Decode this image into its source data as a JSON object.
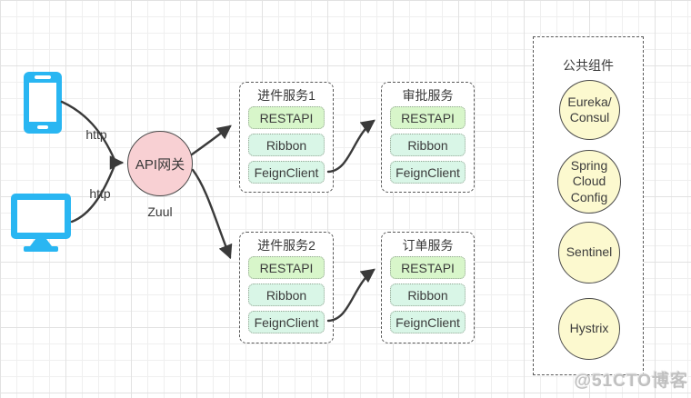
{
  "clients": {
    "http_label_top": "http",
    "http_label_bottom": "http"
  },
  "gateway": {
    "label": "API网关",
    "caption": "Zuul"
  },
  "services": [
    {
      "title": "进件服务1",
      "components": [
        "RESTAPI",
        "Ribbon",
        "FeignClient"
      ]
    },
    {
      "title": "审批服务",
      "components": [
        "RESTAPI",
        "Ribbon",
        "FeignClient"
      ]
    },
    {
      "title": "进件服务2",
      "components": [
        "RESTAPI",
        "Ribbon",
        "FeignClient"
      ]
    },
    {
      "title": "订单服务",
      "components": [
        "RESTAPI",
        "Ribbon",
        "FeignClient"
      ]
    }
  ],
  "common_panel": {
    "title": "公共组件",
    "items": [
      "Eureka/\nConsul",
      "Spring\nCloud\nConfig",
      "Sentinel",
      "Hystrix"
    ]
  },
  "watermark": "@51CTO博客",
  "colors": {
    "client_blue": "#29b6f2",
    "gateway_pink": "#f8d0d3",
    "restapi_green": "#d8f6ca",
    "component_mint": "#d9f6e7",
    "common_yellow": "#fcf9cf",
    "arrow": "#3a3a3a"
  }
}
